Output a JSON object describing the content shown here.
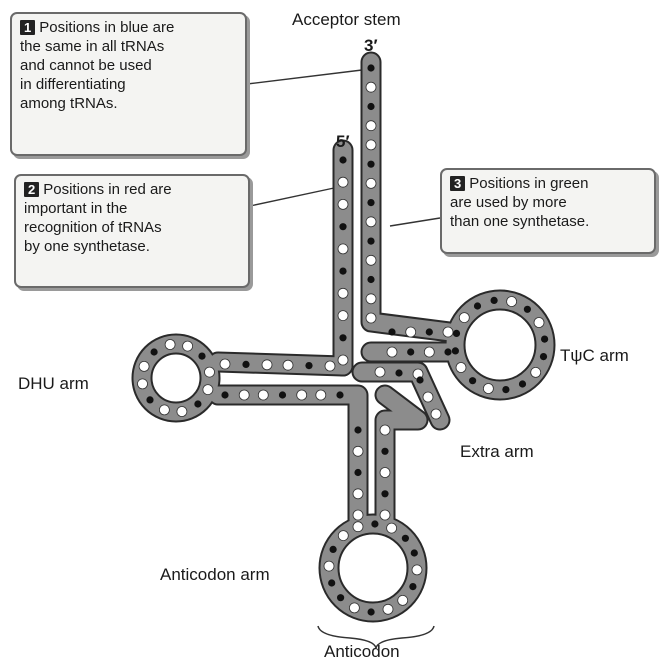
{
  "labels": {
    "acceptor_stem": "Acceptor stem",
    "three_prime": "3′",
    "five_prime": "5′",
    "dhu_arm": "DHU arm",
    "tpsic_arm": "TψC arm",
    "extra_arm": "Extra arm",
    "anticodon_arm": "Anticodon arm",
    "anticodon": "Anticodon"
  },
  "callouts": [
    {
      "number": "1",
      "lines": [
        "Positions in blue are",
        "the same in all tRNAs",
        "and cannot be used",
        "in differentiating",
        "among tRNAs."
      ]
    },
    {
      "number": "2",
      "lines": [
        "Positions in red are",
        "important in the",
        "recognition of tRNAs",
        "by one synthetase."
      ]
    },
    {
      "number": "3",
      "lines": [
        "Positions in green",
        "are used by more",
        "than one synthetase."
      ]
    }
  ],
  "colors": {
    "arm_fill": "#8c8c8c",
    "arm_outline": "#2a2a2a",
    "dot_black": "#111111",
    "dot_white": "#ffffff"
  }
}
